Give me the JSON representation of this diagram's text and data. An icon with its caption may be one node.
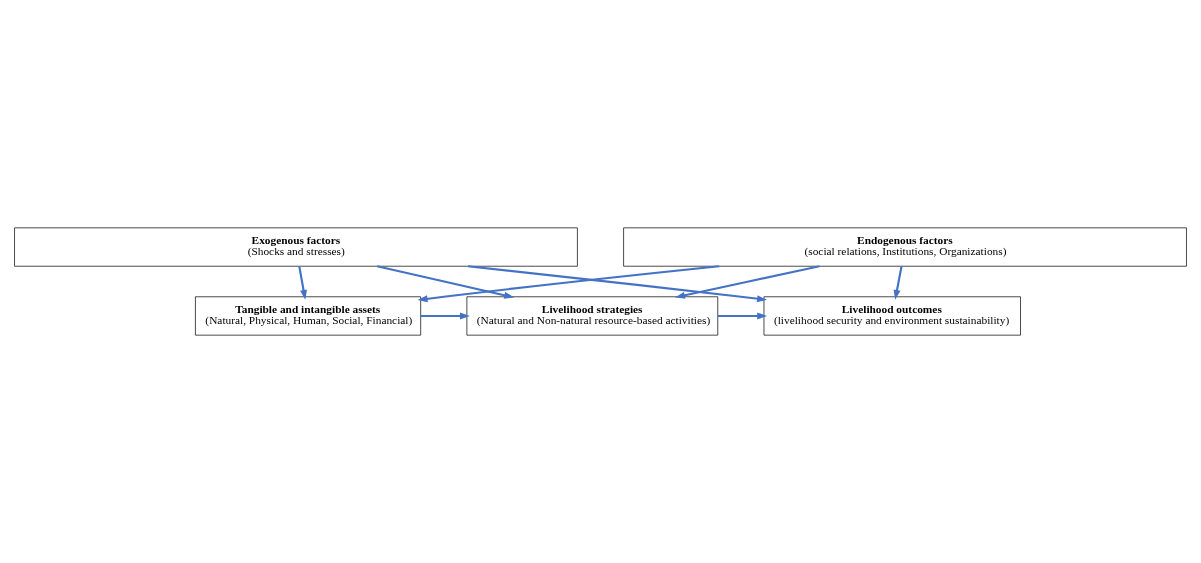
{
  "diagram": {
    "nodes": [
      {
        "text": [
          "Exogenous factors",
          "(Shocks and stresses)"
        ]
      },
      {
        "text": [
          "Tangible and intangible assets",
          "(Natural, Physical, Human, Social, Financial)"
        ]
      },
      {
        "text": [
          "Livelihood strategies",
          "(Natural and Non-natural resource-based activities)"
        ]
      },
      {
        "text": [
          "Livelihood outcomes",
          "(livelihood security and environment sustainability)"
        ]
      },
      {
        "text": [
          "Endogenous factors",
          "(social relations, Institutions, Organizations)"
        ]
      }
    ],
    "edges": [
      {
        "from": 0,
        "to": 1,
        "arrow": "to"
      },
      {
        "from": 0,
        "to": 2,
        "arrow": "to"
      },
      {
        "from": 0,
        "to": 3,
        "arrow": "to"
      },
      {
        "from": 1,
        "to": 2,
        "arrow": "to"
      },
      {
        "from": 2,
        "to": 3,
        "arrow": "to"
      },
      {
        "from": 4,
        "to": 1,
        "arrow": "to"
      },
      {
        "from": 4,
        "to": 2,
        "arrow": "to"
      },
      {
        "from": 4,
        "to": 3,
        "arrow": "to"
      }
    ]
  }
}
